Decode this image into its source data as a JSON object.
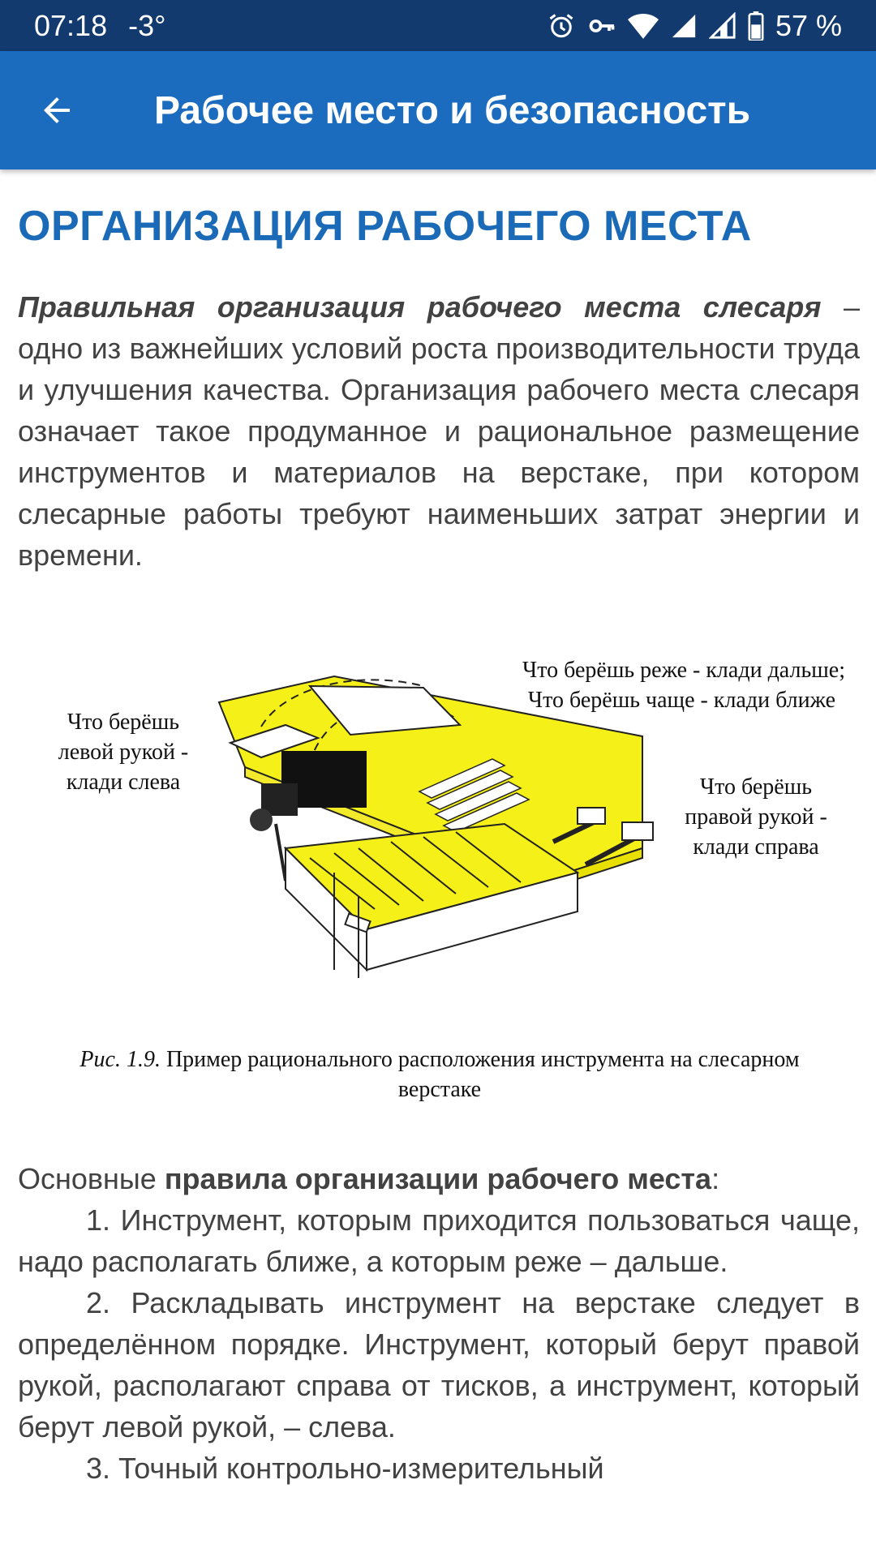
{
  "status_bar": {
    "time": "07:18",
    "temperature": "-3°",
    "battery": "57 %",
    "icons": [
      "alarm-icon",
      "vpn-key-icon",
      "wifi-icon",
      "signal-icon",
      "signal-icon",
      "battery-icon"
    ]
  },
  "app_bar": {
    "title": "Рабочее место и безопасность",
    "back_icon": "arrow-back-icon"
  },
  "article": {
    "heading": "ОРГАНИЗАЦИЯ РАБОЧЕГО МЕСТА",
    "intro_bold": "Правильная организация рабочего места слесаря",
    "intro_rest": " – одно из важнейших условий роста производительности труда и улучшения качества. Организация рабочего места слесаря означает такое продуманное и рациональное размещение инструментов и материалов на верстаке, при котором слесарные работы требуют наименьших затрат энергии и времени.",
    "figure": {
      "label_top_right_1": "Что берёшь реже - клади дальше;",
      "label_top_right_2": "Что берёшь чаще - клади ближе",
      "label_left_1": "Что берёшь",
      "label_left_2": "левой рукой -",
      "label_left_3": "клади слева",
      "label_right_1": "Что берёшь",
      "label_right_2": "правой рукой -",
      "label_right_3": "клади справа",
      "caption_num": "Рис. 1.9.",
      "caption_text": " Пример рационального расположения инструмента на слесарном верстаке"
    },
    "rules_prefix": "Основные ",
    "rules_bold": "правила организации рабочего места",
    "rules_suffix": ":",
    "rules": [
      "1. Инструмент, которым приходится пользоваться чаще, надо располагать ближе, а которым реже – дальше.",
      "2. Раскладывать инструмент на верстаке следует в определённом порядке. Инструмент, который берут правой рукой, располагают справа от тисков, а инструмент, который берут левой рукой, – слева.",
      "3. Точный контрольно-измерительный"
    ]
  }
}
